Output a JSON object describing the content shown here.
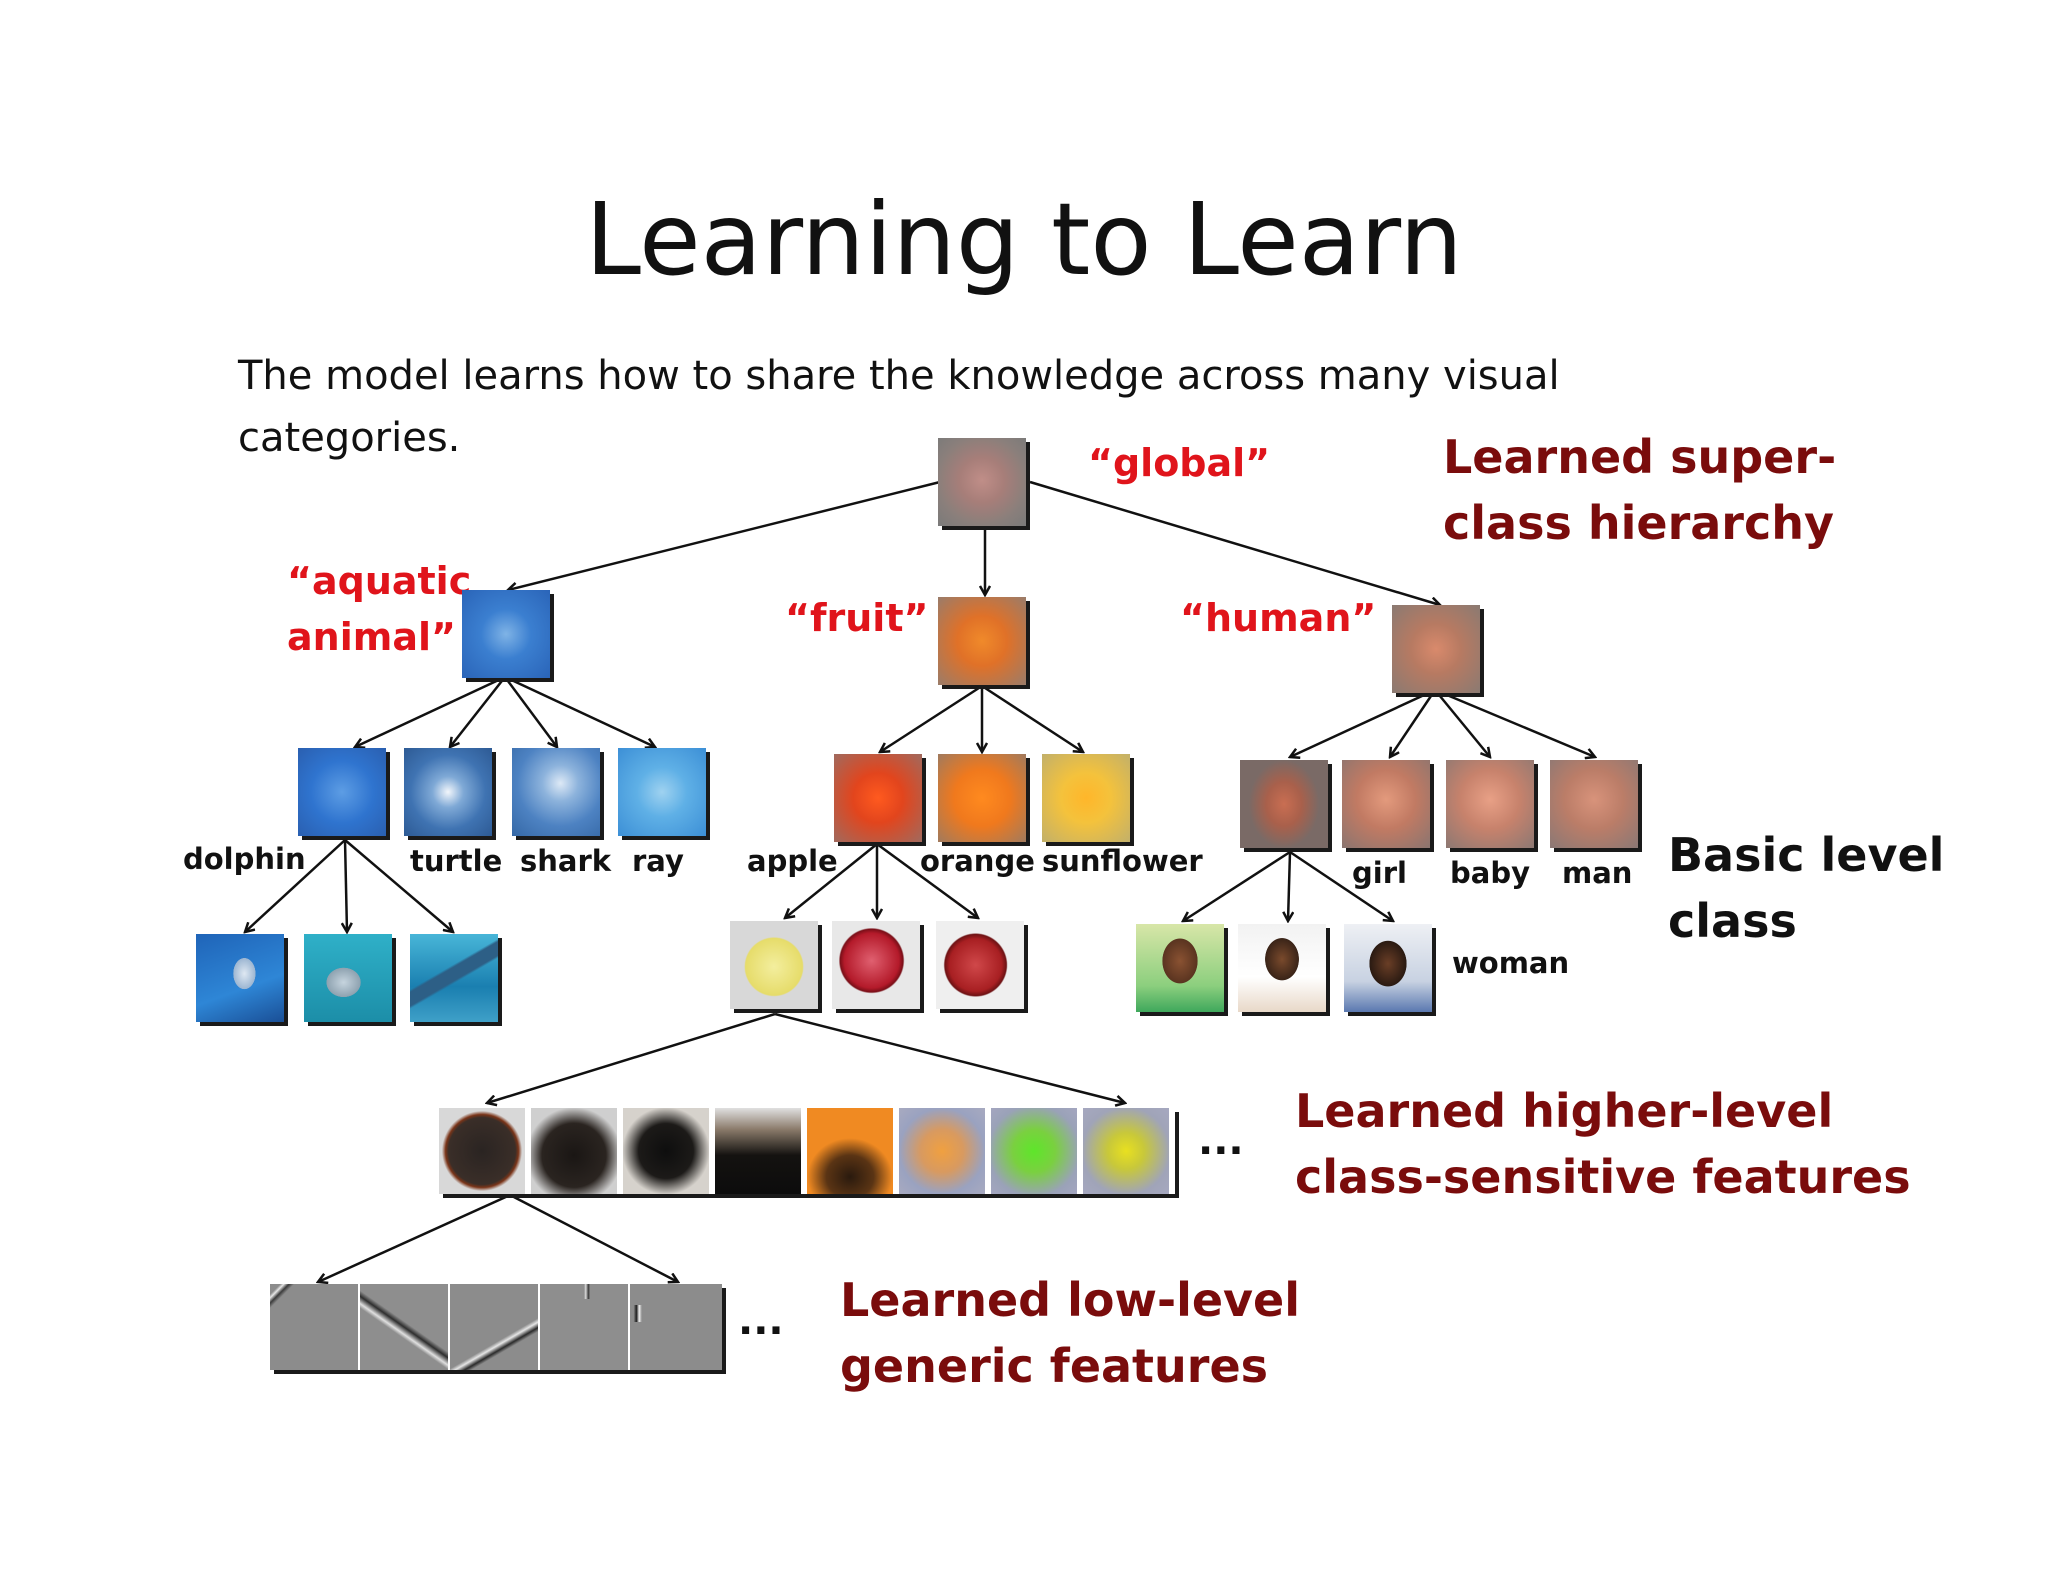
{
  "title": "Learning to Learn",
  "subtitle": "The model learns how to share the knowledge across many visual categories.",
  "superclasses": {
    "global": "“global”",
    "aquatic": "“aquatic animal”",
    "aquatic_line1": "“aquatic",
    "aquatic_line2": "animal”",
    "fruit": "“fruit”",
    "human": "“human”"
  },
  "annotations": {
    "superclass_line1": "Learned super-",
    "superclass_line2": "class hierarchy",
    "basic_line1": "Basic level",
    "basic_line2": "class",
    "higher_line1": "Learned higher-level",
    "higher_line2": "class-sensitive features",
    "low_line1": "Learned low-level",
    "low_line2": "generic features"
  },
  "basic_classes": [
    "dolphin",
    "turtle",
    "shark",
    "ray",
    "apple",
    "orange",
    "sunflower",
    "girl",
    "baby",
    "man",
    "woman"
  ],
  "ellipsis": "...",
  "colors": {
    "superclass_label": "#e0141b",
    "annotation": "#7a0c0c",
    "aquatic_tile": "#2e6fc4",
    "fruit_tile": "#e6761c",
    "human_tile": "#b07a60"
  }
}
